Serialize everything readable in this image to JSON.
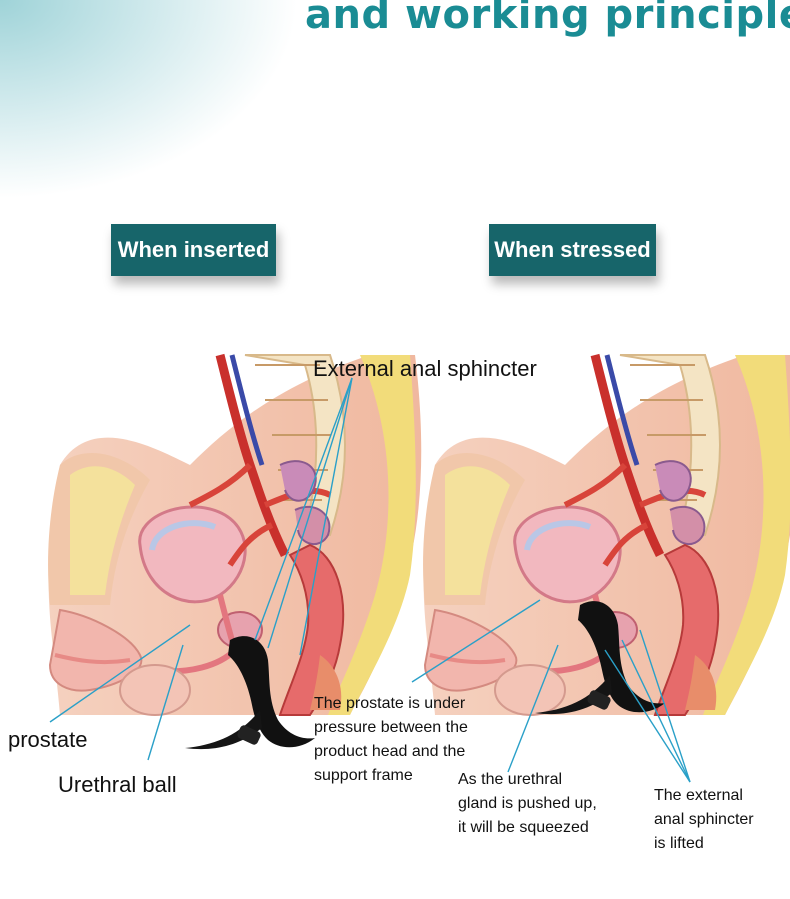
{
  "heading": "and working principle",
  "tags": {
    "left": "When inserted",
    "right": "When stressed"
  },
  "labels": {
    "external_anal_sphincter": "External anal sphincter",
    "prostate": "prostate",
    "urethral_ball": "Urethral ball",
    "prostate_pressure": "The prostate is under\npressure between the\nproduct head and the\nsupport frame",
    "urethral_gland": "As the urethral\ngland is pushed up,\n it will be squeezed",
    "sphincter_lifted": "The external\nanal sphincter\nis lifted"
  },
  "colors": {
    "heading": "#1a8c94",
    "tag_bg": "#17656a",
    "pointer_line": "#2aa0c8"
  }
}
